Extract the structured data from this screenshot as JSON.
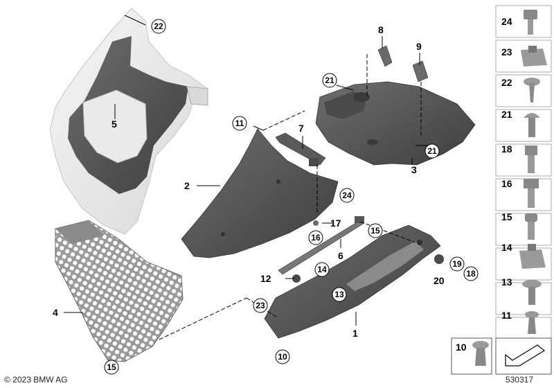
{
  "callouts": {
    "c22_top": "22",
    "c5": "5",
    "c8": "8",
    "c9": "9",
    "c21_upper": "21",
    "c11": "11",
    "c7": "7",
    "c21_right": "21",
    "c2": "2",
    "c3": "3",
    "c24": "24",
    "c17": "17",
    "c16": "16",
    "c15_mid": "15",
    "c6": "6",
    "c4": "4",
    "c12": "12",
    "c14": "14",
    "c13": "13",
    "c19": "19",
    "c18": "18",
    "c20": "20",
    "c23": "23",
    "c1": "1",
    "c10": "10",
    "c15_bottom": "15"
  },
  "parts_column": [
    "24",
    "23",
    "22",
    "21",
    "18",
    "16",
    "15",
    "14",
    "13",
    "11"
  ],
  "bottom_box": {
    "part": "10"
  },
  "footer": {
    "copyright": "© 2023 BMW AG",
    "reference": "530317"
  },
  "colors": {
    "dark_part": "#5d5d5d",
    "light_part": "#ececec",
    "mesh": "#8a8a8a",
    "line": "#000000"
  }
}
